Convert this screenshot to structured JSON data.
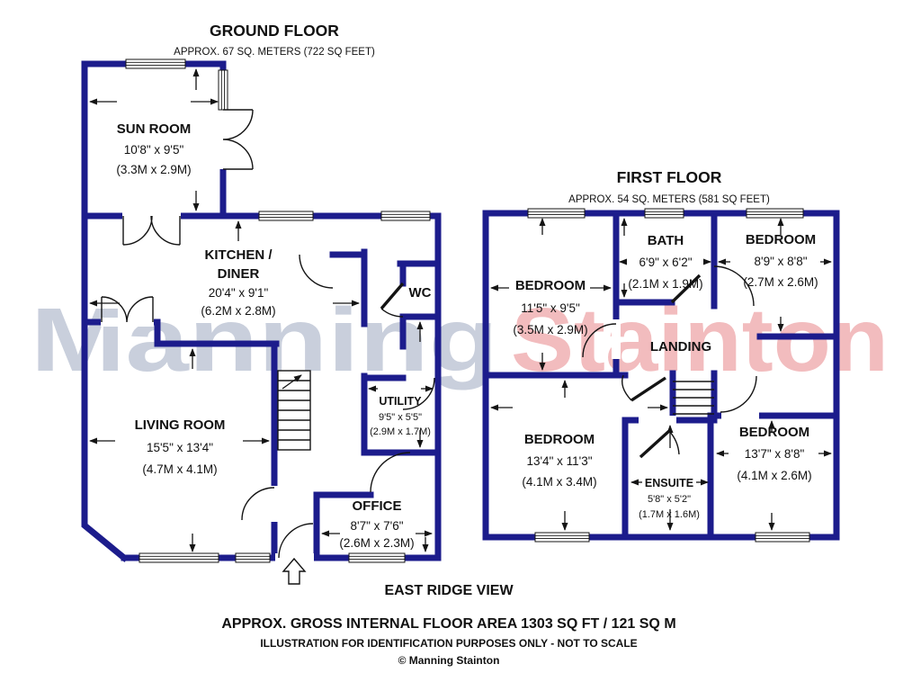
{
  "colors": {
    "wall": "#1c1c8c",
    "watermark_blue": "#c9cfdc",
    "watermark_pink": "#f2bcbe",
    "background": "#ffffff",
    "line": "#141414"
  },
  "watermark": {
    "word1": "Manning",
    "word2": "Stainton"
  },
  "ground_floor": {
    "title": "GROUND FLOOR",
    "subtitle": "APPROX. 67 SQ. METERS (722 SQ FEET)",
    "rooms": [
      {
        "name": "SUN ROOM",
        "imperial": "10'8\" x 9'5\"",
        "metric": "(3.3M x 2.9M)"
      },
      {
        "name1": "KITCHEN /",
        "name2": "DINER",
        "imperial": "20'4\" x 9'1\"",
        "metric": "(6.2M x 2.8M)"
      },
      {
        "name": "WC"
      },
      {
        "name": "LIVING ROOM",
        "imperial": "15'5\" x 13'4\"",
        "metric": "(4.7M x 4.1M)"
      },
      {
        "name": "UTILITY",
        "imperial": "9'5\" x 5'5\"",
        "metric": "(2.9M x 1.7M)"
      },
      {
        "name": "OFFICE",
        "imperial": "8'7\" x 7'6\"",
        "metric": "(2.6M x 2.3M)"
      }
    ]
  },
  "first_floor": {
    "title": "FIRST FLOOR",
    "subtitle": "APPROX. 54 SQ. METERS (581 SQ FEET)",
    "rooms": [
      {
        "name": "BEDROOM",
        "imperial": "11'5\" x 9'5\"",
        "metric": "(3.5M x 2.9M)"
      },
      {
        "name": "BATH",
        "imperial": "6'9\" x 6'2\"",
        "metric": "(2.1M x 1.9M)"
      },
      {
        "name": "BEDROOM",
        "imperial": "8'9\" x 8'8\"",
        "metric": "(2.7M x 2.6M)"
      },
      {
        "name": "LANDING"
      },
      {
        "name": "BEDROOM",
        "imperial": "13'4\" x 11'3\"",
        "metric": "(4.1M x 3.4M)"
      },
      {
        "name": "ENSUITE",
        "imperial": "5'8\" x 5'2\"",
        "metric": "(1.7M x 1.6M)"
      },
      {
        "name": "BEDROOM",
        "imperial": "13'7\" x 8'8\"",
        "metric": "(4.1M x 2.6M)"
      }
    ]
  },
  "footer": {
    "address": "EAST RIDGE VIEW",
    "area": "APPROX. GROSS INTERNAL FLOOR AREA 1303 SQ FT / 121 SQ M",
    "disclaimer": "ILLUSTRATION FOR IDENTIFICATION PURPOSES ONLY - NOT TO SCALE",
    "copyright": "© Manning Stainton"
  }
}
